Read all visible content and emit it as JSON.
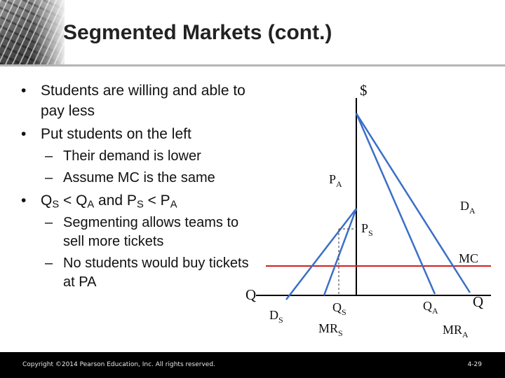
{
  "slide": {
    "title": "Segmented Markets (cont.)",
    "footer_copyright": "Copyright ©2014 Pearson Education, Inc. All rights reserved.",
    "footer_page": "4-29"
  },
  "bullets": {
    "b1": "Students are willing and able to pay less",
    "b2": "Put students on the left",
    "b2_sub1": "Their demand is lower",
    "b2_sub2": "Assume MC is the same",
    "b3": {
      "q": "Q",
      "qs": "S",
      "lt1": " < Q",
      "qa": "A",
      "and": " and P",
      "ps": "S",
      "lt2": " < P",
      "pa": "A"
    },
    "b3_sub1": "Segmenting allows teams to sell more tickets",
    "b3_sub2": "No students would buy tickets at PA"
  },
  "diagram": {
    "y_axis_label": "$",
    "x_axis_label_left": "Q",
    "x_axis_label_right": "Q",
    "pa": {
      "main": "P",
      "sub": "A"
    },
    "ps": {
      "main": "P",
      "sub": "S"
    },
    "da": {
      "main": "D",
      "sub": "A"
    },
    "mc": "MC",
    "ds": {
      "main": "D",
      "sub": "S"
    },
    "qs": {
      "main": "Q",
      "sub": "S"
    },
    "mrs": {
      "main": "MR",
      "sub": "S"
    },
    "qa": {
      "main": "Q",
      "sub": "A"
    },
    "mra": {
      "main": "MR",
      "sub": "A"
    },
    "colors": {
      "demand_lines": "#3a6fc8",
      "mc_line": "#d11f1f",
      "axis": "#000000",
      "guide": "#555555"
    }
  }
}
